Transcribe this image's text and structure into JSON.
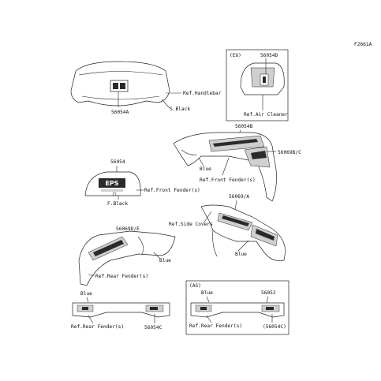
{
  "figure_code": "F2661A",
  "parts": {
    "handlebar_cover": {
      "part_no": "56054A",
      "ref": "Ref.Handlebar",
      "color": "S.Black"
    },
    "air_cleaner": {
      "region": "(EU)",
      "part_no": "56054D",
      "ref": "Ref.Air Cleaner"
    },
    "front_fender_big": {
      "part_no_top": "56054B",
      "part_no_side": "56069B/C",
      "color": "Blue",
      "ref": "Ref.Front Fender(s)"
    },
    "front_fender_small": {
      "part_no": "56054",
      "ref": "Ref.Front Fender(s)",
      "color": "F.Black",
      "emblem_text": "EPS"
    },
    "side_cover": {
      "part_no": "56069/A",
      "ref": "Ref.Side Covers",
      "color": "Blue"
    },
    "rear_fender": {
      "part_no": "56069D/E",
      "color": "Blue",
      "ref": "Ref.Rear Fender(s)"
    },
    "rear_bar": {
      "color": "Blue",
      "ref": "Ref.Rear Fender(s)",
      "part_no": "56054C"
    },
    "rear_bar_as": {
      "region": "(AS)",
      "color": "Blue",
      "part_no": "56052",
      "ref": "Ref.Rear Fender(s)",
      "part_no_alt": "(56054C)"
    }
  }
}
